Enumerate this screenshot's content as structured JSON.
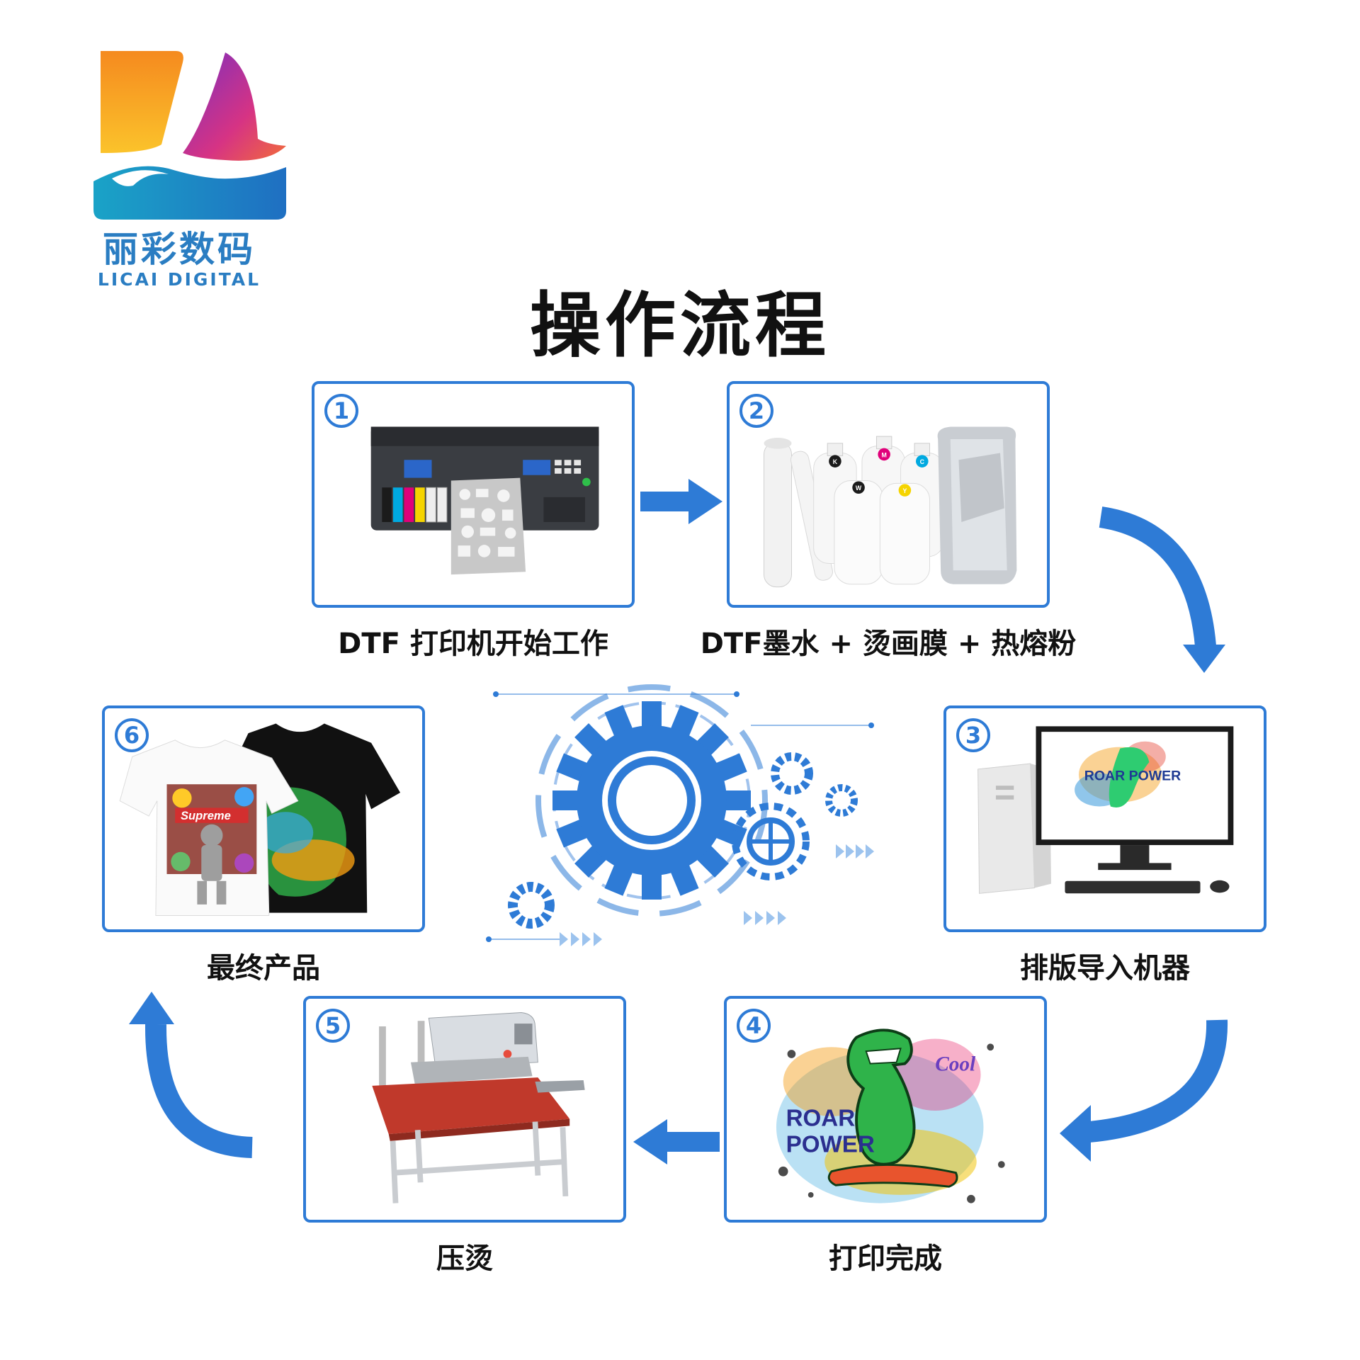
{
  "brand": {
    "name_cn": "丽彩数码",
    "name_en": "LICAI DIGITAL",
    "colors": {
      "orange": "#f7a21b",
      "magenta": "#d63384",
      "purple": "#7a2fbf",
      "teal": "#1aa3c7",
      "blue": "#2a7dc2"
    }
  },
  "title": "操作流程",
  "accent_color": "#2e7bd6",
  "steps": [
    {
      "number": "1",
      "caption": "DTF 打印机开始工作",
      "icon": "dtf-printer-icon"
    },
    {
      "number": "2",
      "caption": "DTF墨水 + 烫画膜 + 热熔粉",
      "icon": "ink-film-powder-icon"
    },
    {
      "number": "3",
      "caption": "排版导入机器",
      "icon": "computer-icon"
    },
    {
      "number": "4",
      "caption": "打印完成",
      "icon": "printed-graphic-icon"
    },
    {
      "number": "5",
      "caption": "压烫",
      "icon": "heat-press-icon"
    },
    {
      "number": "6",
      "caption": "最终产品",
      "icon": "tshirt-icon"
    }
  ],
  "illustrations": {
    "step2_bottle_labels": [
      "K",
      "M",
      "C",
      "W",
      "Y"
    ],
    "step3_screen_text": "ROAR POWER",
    "step4_text": [
      "ROAR",
      "POWER",
      "Cool"
    ],
    "step6_text": "Supreme"
  }
}
